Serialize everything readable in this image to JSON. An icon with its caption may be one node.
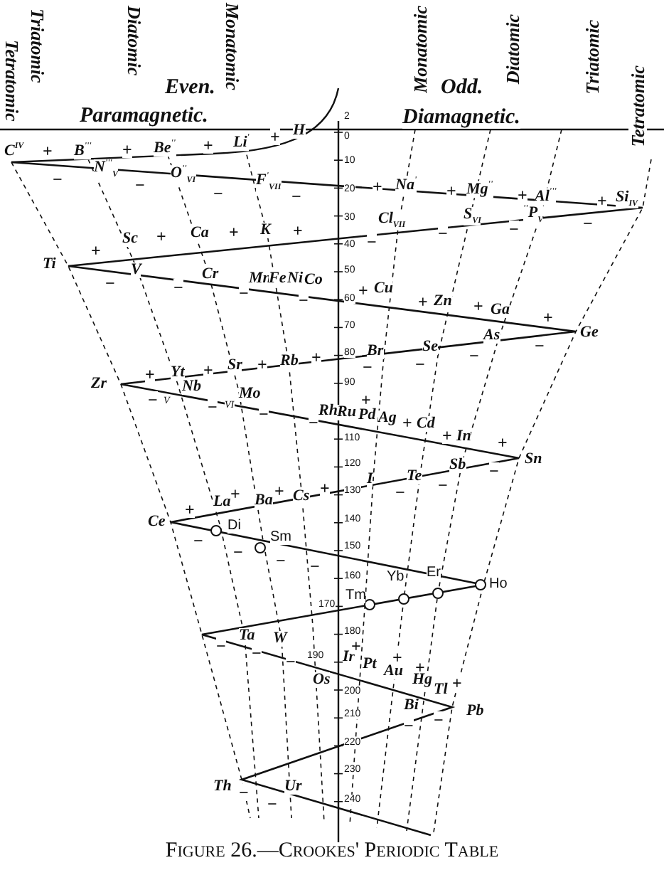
{
  "diagram": {
    "caption": "Figure 26.—Crookes' Periodic Table",
    "labels": [
      "Tetratomic",
      "Triatomic",
      "Diatomic",
      "Monatomic",
      "Even.",
      "Monatomic",
      "Odd.",
      "Diatomic",
      "Triatomic",
      "Tetratomic",
      "Paramagnetic.",
      "Diamagnetic.",
      "C$^{IV}$",
      "+",
      "B$^{'''}$",
      "+",
      "Be$^{''}$",
      "+",
      "Li$^{'}$",
      "+",
      "H",
      "2",
      "0",
      "N$^{'''}$$_{V}$",
      "O$^{''}$$_{VI}$",
      "F$^{'}$$_{VII}$",
      "10",
      "−",
      "−",
      "−",
      "−",
      "20",
      "+",
      "Na$^{'}$",
      "+",
      "Mg$^{''}$",
      "+",
      "Al$^{'''}$",
      "+",
      "Si$_{IV}$",
      "30",
      "Cl$_{VII}$",
      "S$_{VI}$",
      "$^{''}$P$_{V}$",
      "−",
      "−",
      "−",
      "−",
      "40",
      "+",
      "Sc",
      "+",
      "Ca",
      "+",
      "K",
      "+",
      "Ti",
      "V",
      "Cr",
      "Mn",
      "Fe",
      "Ni",
      "Co",
      "50",
      "−",
      "−",
      "−",
      "−",
      "60",
      "+",
      "Cu",
      "+",
      "Zn",
      "+",
      "Ga",
      "70",
      "+",
      "As",
      "Ge",
      "−",
      "−",
      "Br",
      "Se",
      "−",
      "−",
      "80",
      "Zr",
      "+",
      "Yt",
      "+",
      "Sr",
      "+",
      "Rb",
      "+",
      "90",
      "−",
      "V",
      "Nb",
      "−",
      "VI",
      "Mo",
      "−",
      "−",
      "+",
      "Rh",
      "Ru",
      "Pd",
      "Ag",
      "+",
      "Cd",
      "110",
      "+",
      "In",
      "+",
      "Sn",
      "120",
      "I",
      "Te",
      "−",
      "−",
      "Sb",
      "−",
      "130",
      "+",
      "La",
      "+",
      "Ba",
      "+",
      "Cs",
      "+",
      "Ce",
      "140",
      "Di",
      "−",
      "Sm",
      "−",
      "−",
      "−",
      "150",
      "160",
      "Yb",
      "Er",
      "Ho",
      "170",
      "Tm",
      "180",
      "Ta",
      "W",
      "−",
      "−",
      "−",
      "190",
      "Os",
      "Ir",
      "200",
      "+",
      "Pt",
      "Au",
      "+",
      "+",
      "Hg",
      "Tl",
      "+",
      "Bi",
      "Pb",
      "−",
      "−",
      "210",
      "220",
      "230",
      "Th",
      "−",
      "Ur",
      "−",
      "240"
    ]
  }
}
